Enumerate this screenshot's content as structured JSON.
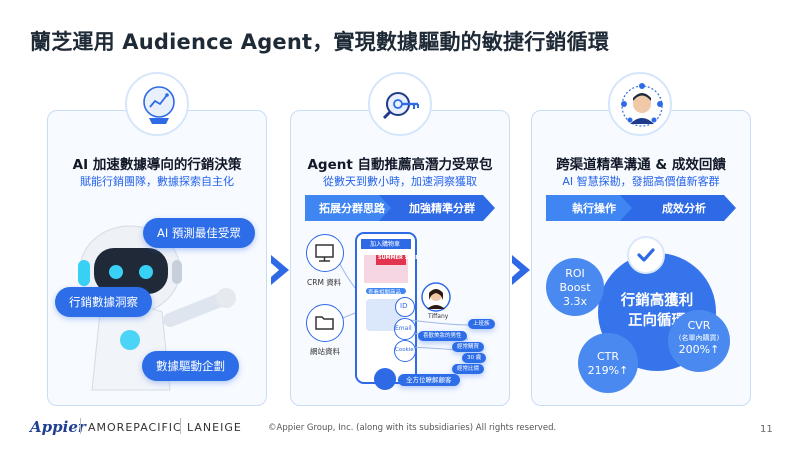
{
  "title": "蘭芝運用 Audience Agent，實現數據驅動的敏捷行銷循環",
  "cards": [
    {
      "title": "AI 加速數據導向的行銷決策",
      "subtitle": "賦能行銷團隊，數據探索自主化",
      "pills": [
        "AI 預測最佳受眾",
        "行銷數據洞察",
        "數據驅動企劃"
      ]
    },
    {
      "title": "Agent 自動推薦高潛力受眾包",
      "subtitle": "從數天到數小時，加速洞察獲取",
      "band": [
        "拓展分群思路",
        "加強精準分群"
      ],
      "sources": [
        "CRM 資料",
        "網站資料"
      ],
      "phone": {
        "header": "加入購物車",
        "sale": "SUMMER SALE",
        "cta": "查看相關商品",
        "side_labels": [
          "ID",
          "Email",
          "Cookie"
        ],
        "person": "Tiffany",
        "tags": [
          "上班族",
          "喜歡美妝的男性",
          "經常購買",
          "30 歲",
          "經常比價"
        ],
        "bottom": "全方位瞭解顧客"
      }
    },
    {
      "title": "跨渠道精準溝通 & 成效回饋",
      "subtitle": "AI 智慧探勘，發掘高價值新客群",
      "band": [
        "執行操作",
        "成效分析"
      ],
      "big_bubble": [
        "行銷高獲利",
        "正向循環"
      ],
      "roi": [
        "ROI",
        "Boost",
        "3.3x"
      ],
      "ctr": [
        "CTR",
        "219%↑"
      ],
      "cvr": [
        "CVR",
        "(名單內購買)",
        "200%↑"
      ]
    }
  ],
  "footer": {
    "logo": "Appier",
    "brand1": "AMOREPACIFIC",
    "brand2": "LANEIGE",
    "copyright": "©Appier Group, Inc. (along with its subsidiaries) All rights reserved.",
    "page": "11"
  },
  "colors": {
    "accent": "#2f6ae6",
    "accent_light": "#3f86f2",
    "card_bg": "#f7faff"
  }
}
